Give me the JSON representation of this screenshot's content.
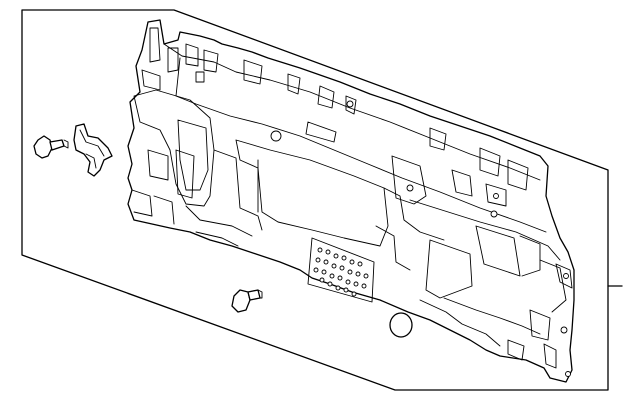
{
  "diagram": {
    "callouts": []
  },
  "colors": {
    "line": "#000000",
    "background": "#ffffff"
  },
  "icons": {
    "panel": "trunk-lid-trim-panel",
    "clip": "panel-retainer-clip",
    "fastener": "push-pin-fastener",
    "plug": "round-plug"
  }
}
